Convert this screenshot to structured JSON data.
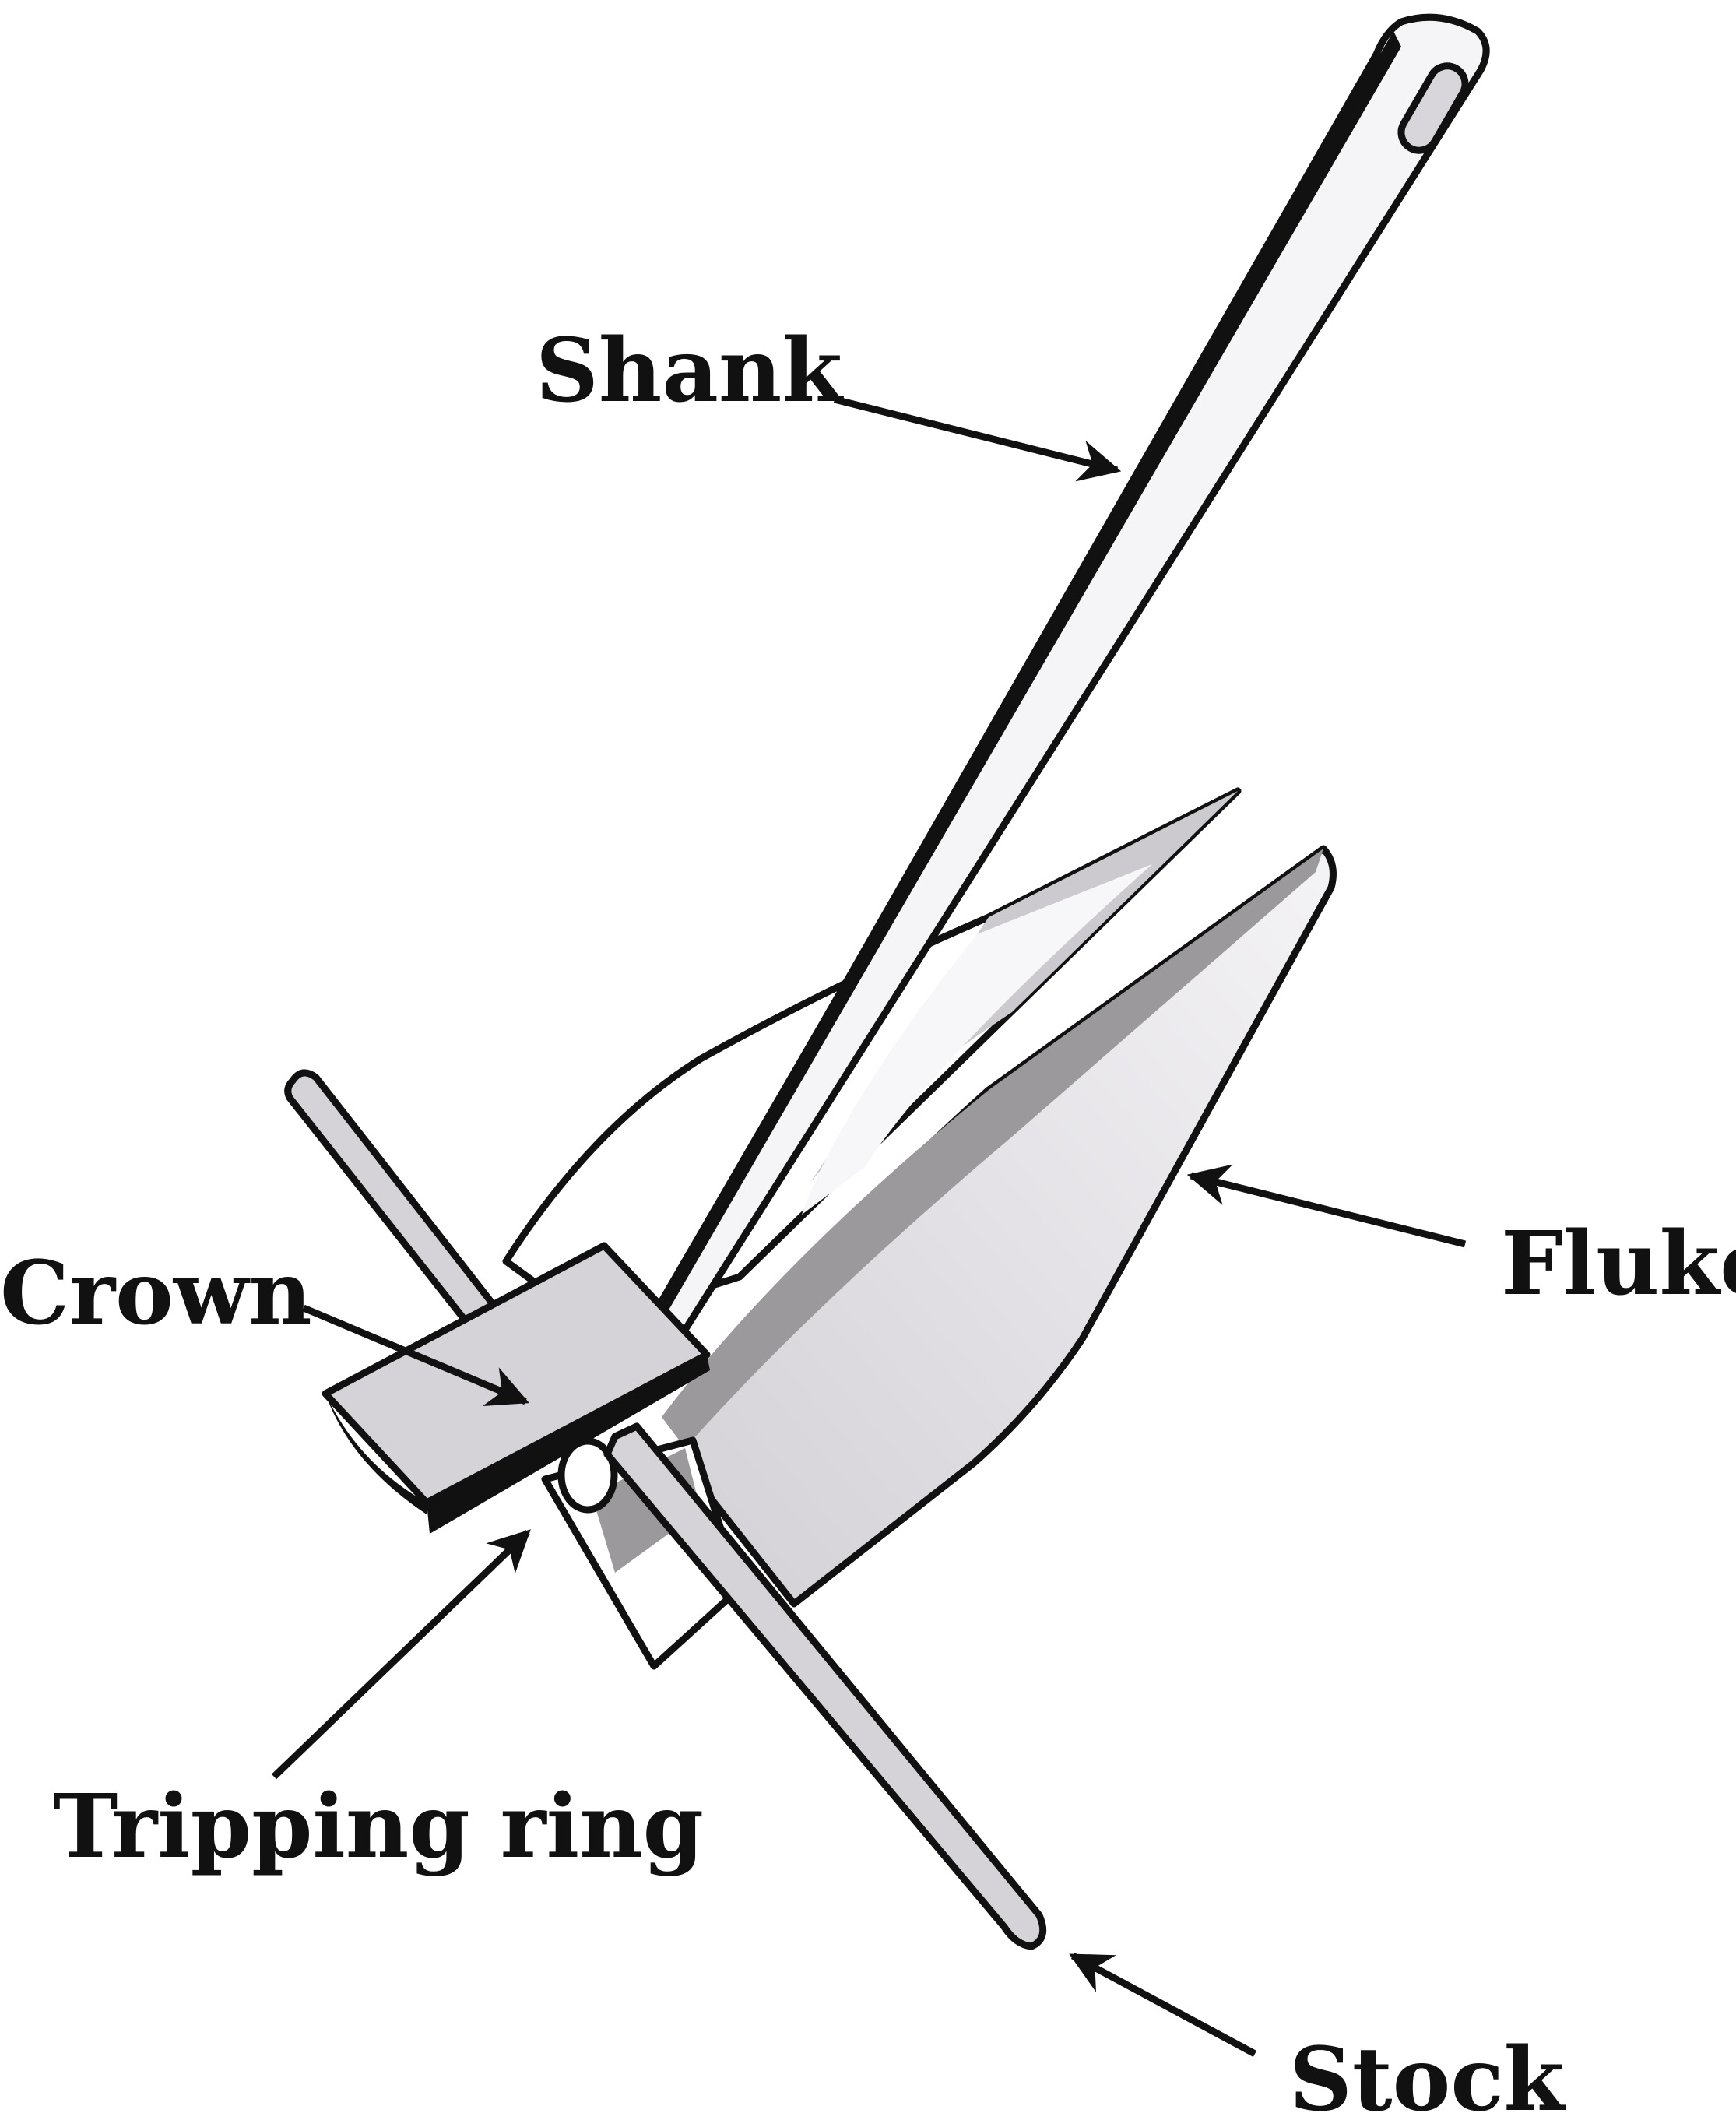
{
  "labels": {
    "shank": "Shank",
    "fluke": "Fluke",
    "crown": "Crown",
    "tripping_ring": "Tripping ring",
    "stock": "Stock"
  },
  "colors": {
    "ink": "#111111",
    "metal_light": "#f2f0f3",
    "metal_mid": "#d6d3d8",
    "metal_shadow": "#9b999c",
    "background": "#ffffff"
  }
}
